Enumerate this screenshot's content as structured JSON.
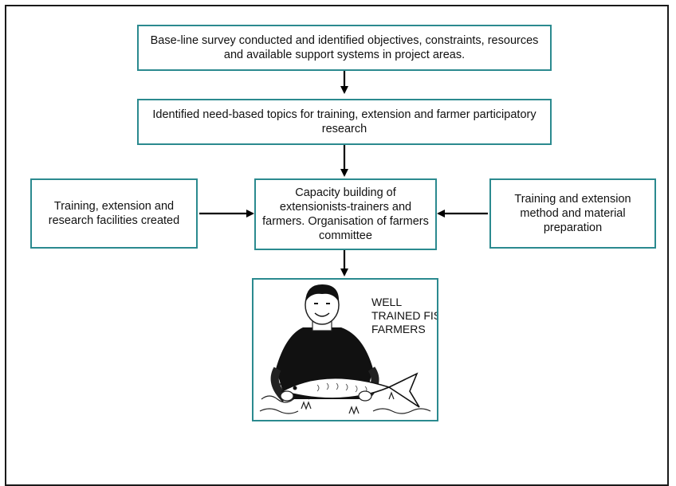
{
  "flow": {
    "step1": "Base-line survey conducted and identified objectives, constraints, resources and available support systems in project areas.",
    "step2": "Identified need-based topics for training, extension and farmer participatory research",
    "left_input": "Training, extension and research facilities created",
    "center": "Capacity building of extensionists-trainers and farmers. Organisation of farmers committee",
    "right_input": "Training and extension method and material preparation",
    "outcome_label": "WELL TRAINED FISH FARMERS"
  },
  "colors": {
    "box_border": "#2b8a8f",
    "frame_border": "#1a1a1a",
    "arrow": "#000000"
  },
  "illustration": {
    "icon": "fish-farmer-illustration-icon"
  }
}
